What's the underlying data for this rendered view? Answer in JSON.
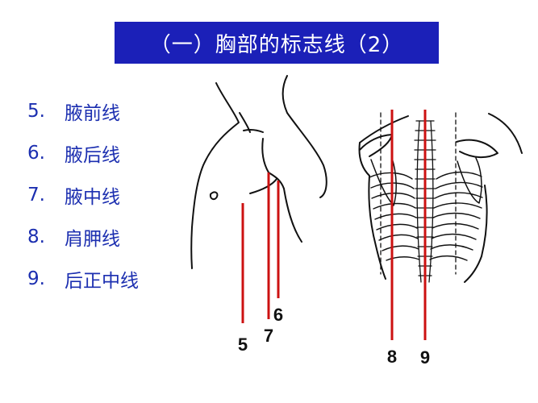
{
  "title": "（一）胸部的标志线（2）",
  "legend": [
    {
      "num": "5.",
      "label": "腋前线"
    },
    {
      "num": "6.",
      "label": "腋后线"
    },
    {
      "num": "7.",
      "label": "腋中线"
    },
    {
      "num": "8.",
      "label": "肩胛线"
    },
    {
      "num": "9.",
      "label": "后正中线"
    }
  ],
  "markers": {
    "front": [
      "5",
      "6",
      "7"
    ],
    "back": [
      "8",
      "9"
    ]
  },
  "colors": {
    "title_bg": "#1b20b8",
    "legend_text": "#1c2fb0",
    "guide_line": "#cc1111"
  }
}
